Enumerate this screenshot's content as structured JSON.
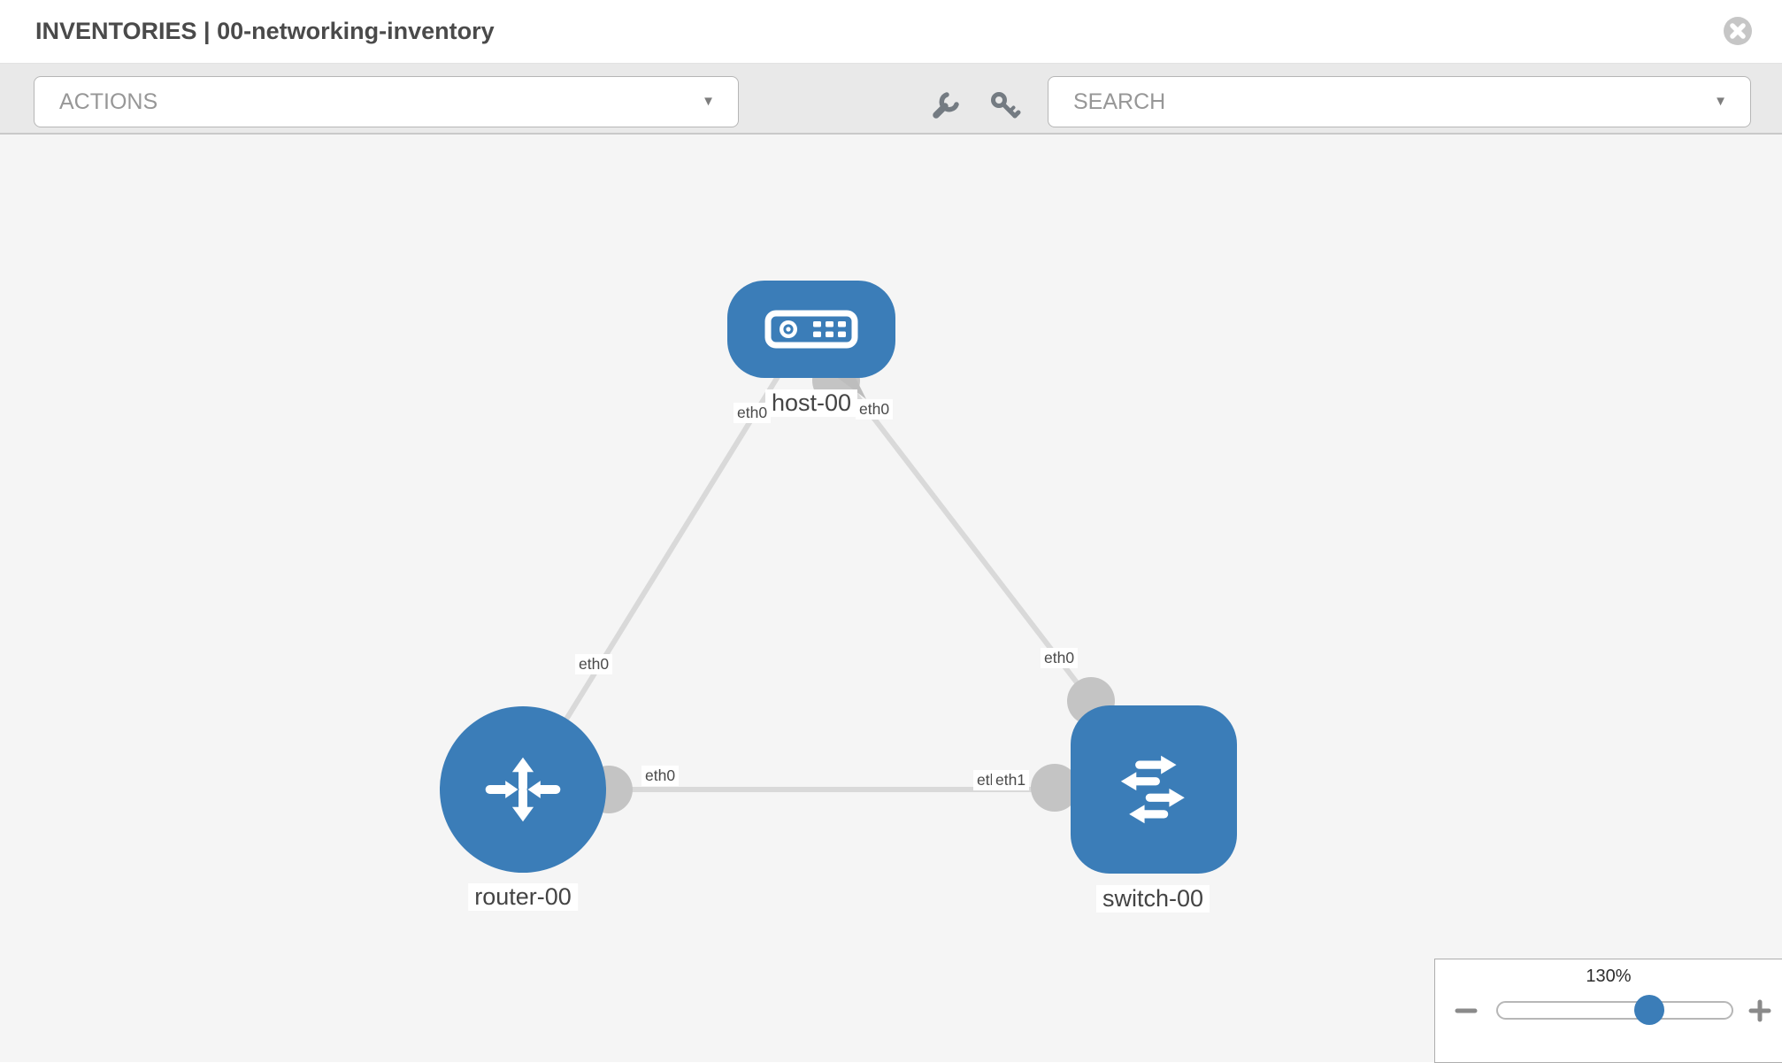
{
  "header": {
    "title": "INVENTORIES | 00-networking-inventory",
    "close_icon": "close-icon"
  },
  "toolbar": {
    "actions_label": "ACTIONS",
    "search_placeholder": "SEARCH",
    "dropdown_arrow": "▼",
    "icon_buttons": [
      "wrench-icon",
      "key-icon"
    ]
  },
  "diagram": {
    "nodes": [
      {
        "id": "host-00",
        "label": "host-00",
        "type": "host",
        "icon": "host-icon"
      },
      {
        "id": "router-00",
        "label": "router-00",
        "type": "router",
        "icon": "router-icon"
      },
      {
        "id": "switch-00",
        "label": "switch-00",
        "type": "switch",
        "icon": "switch-icon"
      }
    ],
    "links": [
      {
        "from": "host-00",
        "to": "router-00",
        "from_label": "eth0",
        "to_label": "eth0"
      },
      {
        "from": "host-00",
        "to": "switch-00",
        "from_label": "eth0",
        "to_label": "eth0"
      },
      {
        "from": "router-00",
        "to": "switch-00",
        "from_label": "eth0",
        "to_label": "eth1",
        "to_label_overlapped": "eth0"
      }
    ]
  },
  "zoom_control": {
    "value": "130%",
    "percent": 130,
    "minus_icon": "−",
    "plus_icon": "+"
  },
  "colors": {
    "node_blue": "#3b7db8",
    "link_gray": "#d9d9d9",
    "interface_dot_gray": "#c4c4c4",
    "toolbar_gray": "#e9e9e9",
    "canvas_gray": "#f5f5f5"
  }
}
